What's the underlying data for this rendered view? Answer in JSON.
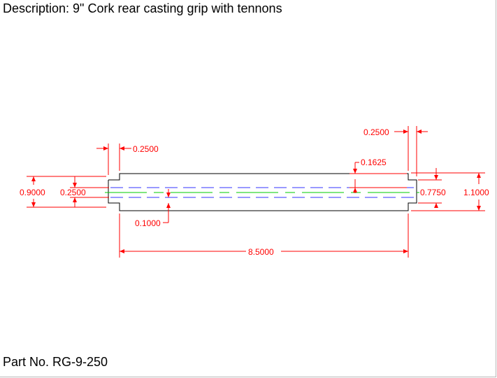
{
  "drawing": {
    "description": "Description: 9\" Cork rear casting grip with tennons",
    "part_number": "Part No. RG-9-250"
  },
  "dimensions": {
    "tenon_length_left": "0.2500",
    "tenon_length_right": "0.2500",
    "step_offset": "0.1625",
    "overall_diameter": "0.9000",
    "bore_left": "0.2500",
    "tenon_diameter": "0.7750",
    "body_diameter": "1.1000",
    "bore_offset": "0.1000",
    "body_length": "8.5000"
  },
  "colors": {
    "dimension": "#ff0000",
    "outline": "#000000",
    "bore_line": "#3333ff",
    "center_line": "#00cc00"
  }
}
